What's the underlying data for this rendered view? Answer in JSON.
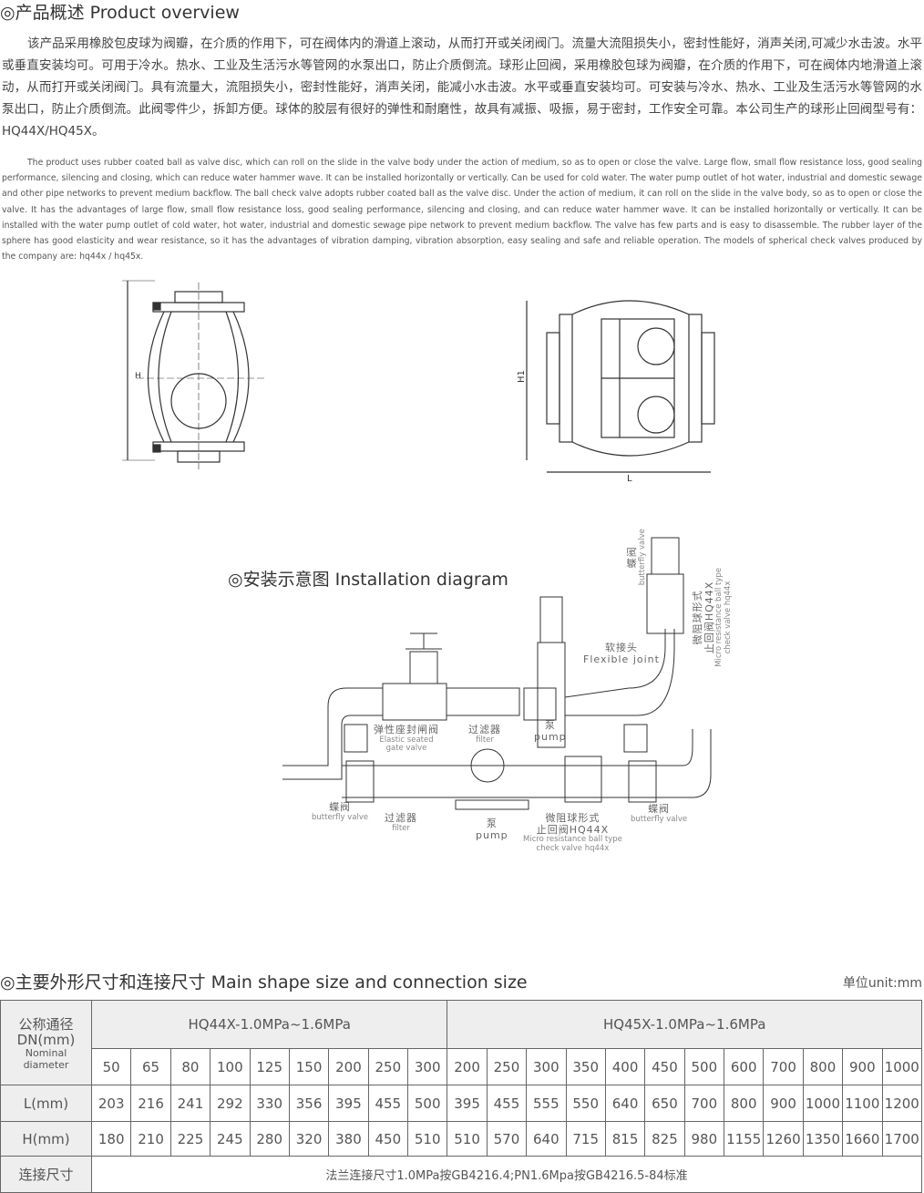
{
  "overview": {
    "title": "◎产品概述 Product overview",
    "zh": "该产品采用橡胶包皮球为阀瓣，在介质的作用下，可在阀体内的滑道上滚动，从而打开或关闭阀门。流量大流阻损失小，密封性能好，消声关闭,可减少水击波。水平或垂直安装均可。可用于冷水。热水、工业及生活污水等管网的水泵出口，防止介质倒流。球形止回阀，采用橡胶包球为阀瓣，在介质的作用下，可在阀体内地滑道上滚动，从而打开或关闭阀门。具有流量大，流阻损失小，密封性能好，消声关闭，能减小水击波。水平或垂直安装均可。可安装与冷水、热水、工业及生活污水等管网的水泵出口，防止介质倒流。此阀零件少，拆卸方便。球体的胶层有很好的弹性和耐磨性，故具有减振、吸振，易于密封，工作安全可靠。本公司生产的球形止回阀型号有：HQ44X/HQ45X。",
    "en": "The product uses rubber coated ball as valve disc, which can roll on the slide in the valve body under the action of medium, so as to open or close the valve. Large flow, small flow resistance loss, good sealing performance, silencing and closing, which can reduce water hammer wave. It can be installed horizontally or vertically. Can be used for cold water. The water pump outlet of hot water, industrial and domestic sewage and other pipe networks to prevent medium backflow. The ball check valve adopts rubber coated ball as the valve disc. Under the action of medium, it can roll on the slide in the valve body, so as to open or close the valve. It has the advantages of large flow, small flow resistance loss, good sealing performance, silencing and closing, and can reduce water hammer wave. It can be installed horizontally or vertically. It can be installed with the water pump outlet of cold water, hot water, industrial and domestic sewage pipe network to prevent medium backflow. The valve has few parts and is easy to disassemble. The rubber layer of the sphere has good elasticity and wear resistance, so it has the advantages of vibration damping, vibration absorption, easy sealing and safe and reliable operation. The models of spherical check valves produced by the company are: hq44x / hq45x."
  },
  "drawing": {
    "left_dim": "H",
    "right_dim_h": "H1",
    "right_dim_l": "L"
  },
  "install": {
    "title": "◎安装示意图 Installation diagram",
    "labels": {
      "bf_top_zh": "蝶阀",
      "bf_top_en": "butterfly valve",
      "cv_top_zh1": "微阻球形式",
      "cv_top_zh2": "止回阀HQ44X",
      "cv_top_en1": "Micro resistance ball type",
      "cv_top_en2": "check valve hq44x",
      "flex_zh": "软接头",
      "flex_en": "Flexible joint",
      "gate_zh": "弹性座封闸阀",
      "gate_en1": "Elastic seated",
      "gate_en2": "gate valve",
      "filter1_zh": "过滤器",
      "filter1_en": "filter",
      "pump1_zh": "泵",
      "pump1_en": "pump",
      "bf1_zh": "蝶阀",
      "bf1_en": "butterfly valve",
      "filter2_zh": "过滤器",
      "filter2_en": "filter",
      "pump2_zh": "泵",
      "pump2_en": "pump",
      "cv_zh1": "微阻球形式",
      "cv_zh2": "止回阀HQ44X",
      "cv_en1": "Micro resistance ball type",
      "cv_en2": "check valve hq44x",
      "bf2_zh": "蝶阀",
      "bf2_en": "butterfly valve"
    }
  },
  "size": {
    "title": "◎主要外形尺寸和连接尺寸 Main shape size and connection size",
    "unit": "单位unit:mm",
    "dn_zh": "公称通径",
    "dn_mm": "DN(mm)",
    "dn_en1": "Nominal",
    "dn_en2": "diameter",
    "group1": "HQ44X-1.0MPa~1.6MPa",
    "group2": "HQ45X-1.0MPa~1.6MPa",
    "dn": [
      "50",
      "65",
      "80",
      "100",
      "125",
      "150",
      "200",
      "250",
      "300",
      "200",
      "250",
      "300",
      "350",
      "400",
      "450",
      "500",
      "600",
      "700",
      "800",
      "900",
      "1000"
    ],
    "l_label": "L(mm)",
    "l": [
      "203",
      "216",
      "241",
      "292",
      "330",
      "356",
      "395",
      "455",
      "500",
      "395",
      "455",
      "555",
      "550",
      "640",
      "650",
      "700",
      "800",
      "900",
      "1000",
      "1100",
      "1200"
    ],
    "h_label": "H(mm)",
    "h": [
      "180",
      "210",
      "225",
      "245",
      "280",
      "320",
      "380",
      "450",
      "510",
      "510",
      "570",
      "640",
      "715",
      "815",
      "825",
      "980",
      "1155",
      "1260",
      "1350",
      "1660",
      "1700"
    ],
    "conn_label": "连接尺寸",
    "conn": "法兰连接尺寸1.0MPa按GB4216.4;PN1.6Mpa按GB4216.5-84标准"
  }
}
